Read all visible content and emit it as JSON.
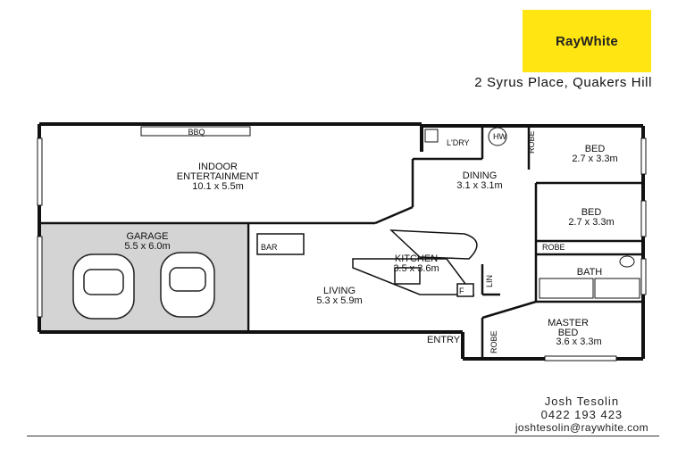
{
  "brand": {
    "logo_text": "RayWhite",
    "logo_color": "#ffe512"
  },
  "address": "2 Syrus Place, Quakers Hill",
  "rooms": {
    "indoor_entertainment": {
      "name_line1": "INDOOR",
      "name_line2": "ENTERTAINMENT",
      "size": "10.1 x 5.5m"
    },
    "garage": {
      "name": "GARAGE",
      "size": "5.5 x 6.0m"
    },
    "living": {
      "name": "LIVING",
      "size": "5.3 x 5.9m"
    },
    "kitchen": {
      "name": "KITCHEN",
      "size": "3.5 x 3.6m"
    },
    "dining": {
      "name": "DINING",
      "size": "3.1 x 3.1m"
    },
    "bed1": {
      "name": "BED",
      "size": "2.7 x 3.3m"
    },
    "bed2": {
      "name": "BED",
      "size": "2.7 x 3.3m"
    },
    "master_bed": {
      "name_line1": "MASTER",
      "name_line2": "BED",
      "size": "3.6 x 3.3m"
    },
    "bath": {
      "name": "BATH"
    }
  },
  "labels": {
    "bbq": "BBQ",
    "ldry": "L'DRY",
    "hw": "HW",
    "bar": "BAR",
    "robe": "ROBE",
    "lin": "LIN",
    "fridge": "F",
    "entry": "ENTRY"
  },
  "agent": {
    "name": "Josh Tesolin",
    "phone": "0422 193 423",
    "email": "joshtesolin@raywhite.com"
  }
}
